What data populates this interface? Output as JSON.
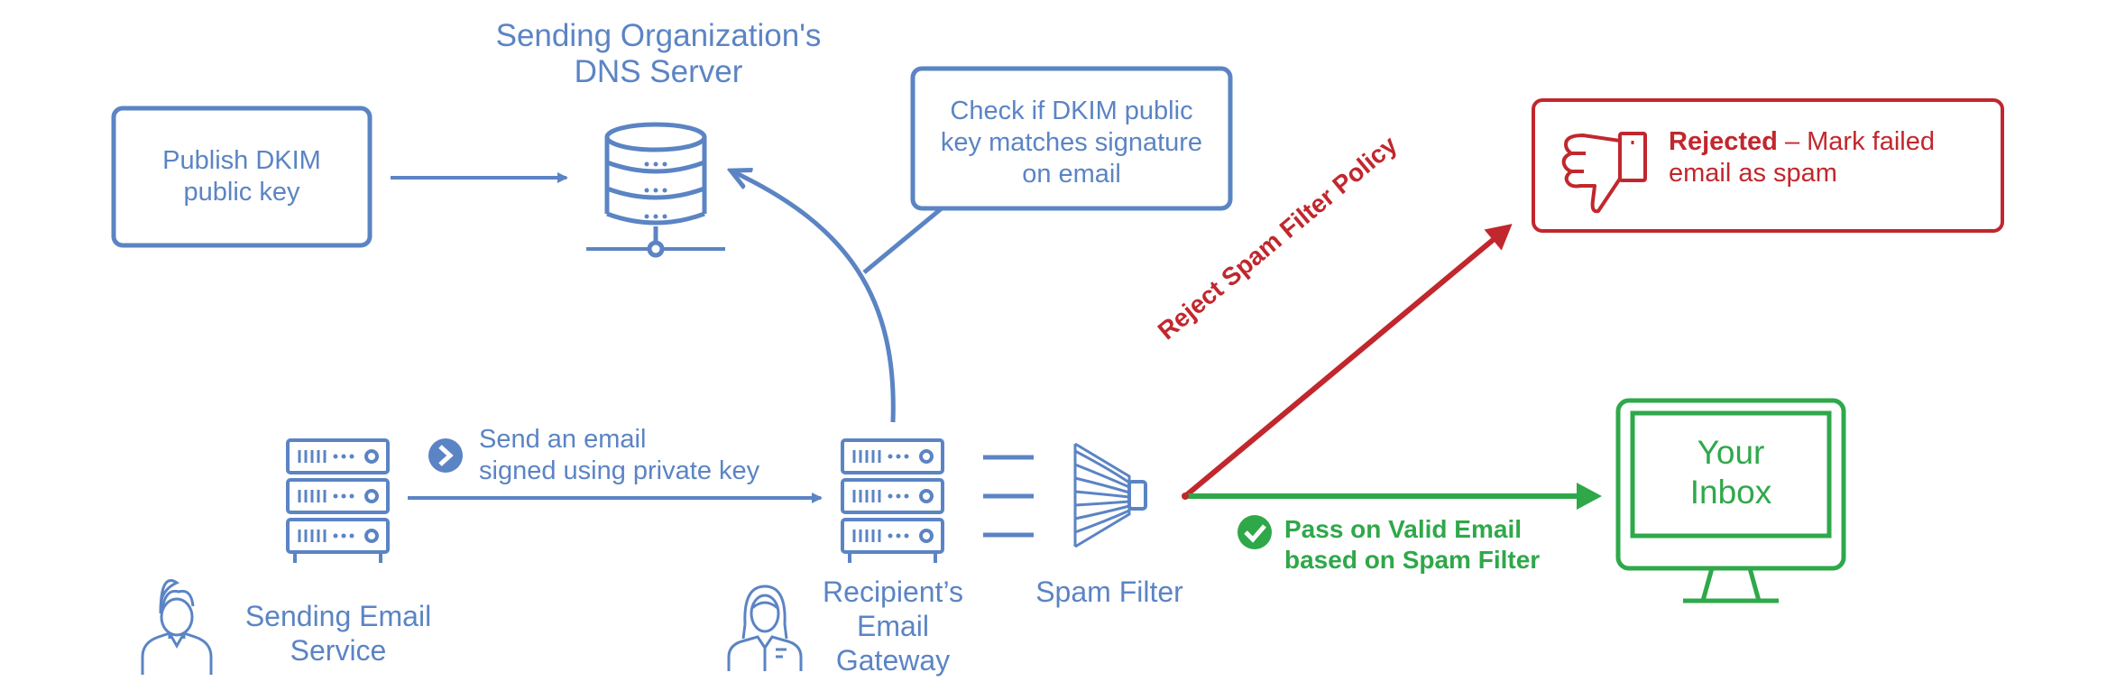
{
  "dns_server": {
    "title_line1": "Sending Organization's",
    "title_line2": "DNS Server"
  },
  "publish_box": {
    "line1": "Publish DKIM",
    "line2": "public key"
  },
  "check_box": {
    "line1": "Check if DKIM public",
    "line2": "key matches signature",
    "line3": "on email"
  },
  "send_step": {
    "line1": "Send an email",
    "line2": "signed using private key"
  },
  "sender": {
    "line1": "Sending Email",
    "line2": "Service"
  },
  "gateway": {
    "line1": "Recipient’s",
    "line2": "Email",
    "line3": "Gateway"
  },
  "spam_filter": {
    "label": "Spam Filter"
  },
  "reject_path": {
    "label": "Reject Spam Filter Policy"
  },
  "rejected_box": {
    "strong": "Rejected",
    "rest": " – Mark failed",
    "line2": "email as spam"
  },
  "pass_path": {
    "line1": "Pass on Valid Email",
    "line2": "based on Spam Filter"
  },
  "inbox": {
    "line1": "Your",
    "line2": "Inbox"
  },
  "colors": {
    "blue": "#5b84c4",
    "red": "#c1272d",
    "green": "#2fa84a"
  },
  "icons": [
    "database-server-icon",
    "server-rack-icon",
    "person-icon",
    "person-female-icon",
    "chevron-right-circle-icon",
    "spam-filter-funnel-icon",
    "thumbs-down-icon",
    "checkmark-circle-icon",
    "monitor-icon"
  ]
}
